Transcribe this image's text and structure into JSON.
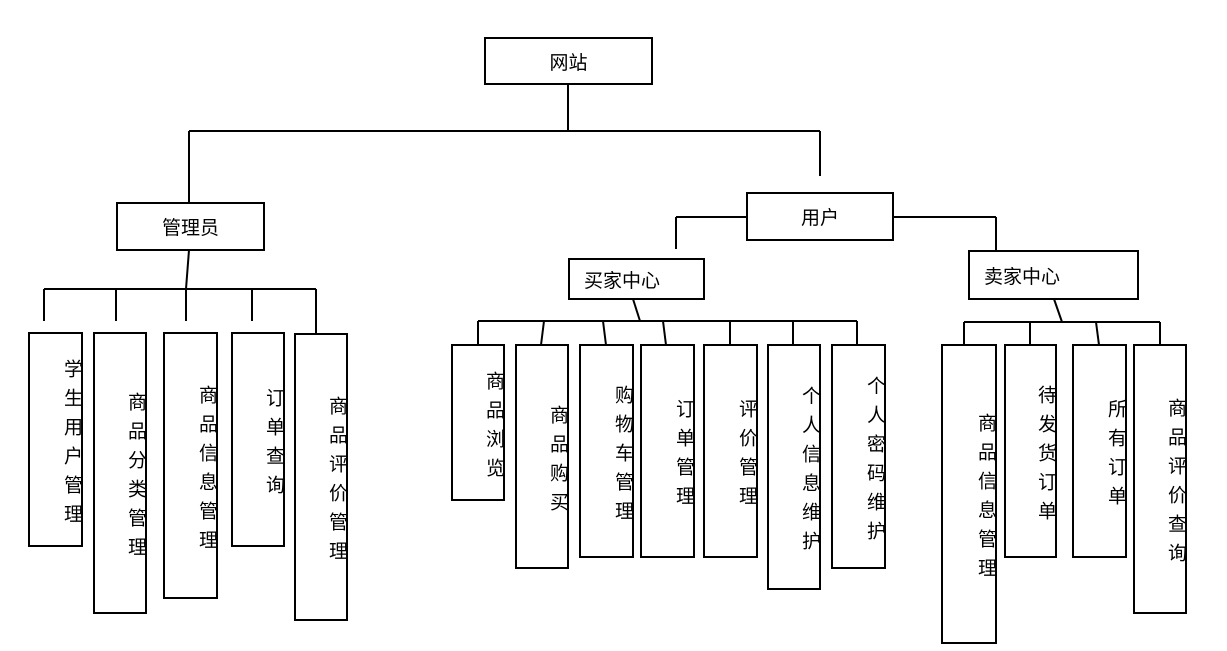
{
  "root": {
    "label": "网站"
  },
  "admin": {
    "label": "管理员",
    "children": [
      "学生用户管理",
      "商品分类管理",
      "商品信息管理",
      "订单查询",
      "商品评价管理"
    ]
  },
  "user": {
    "label": "用户"
  },
  "buyer": {
    "label": "买家中心",
    "children": [
      "商品浏览",
      "商品购买",
      "购物车管理",
      "订单管理",
      "评价管理",
      "个人信息维护",
      "个人密码维护"
    ]
  },
  "seller": {
    "label": "卖家中心",
    "children": [
      "商品信息管理",
      "待发货订单",
      "所有订单",
      "商品评价查询"
    ]
  }
}
